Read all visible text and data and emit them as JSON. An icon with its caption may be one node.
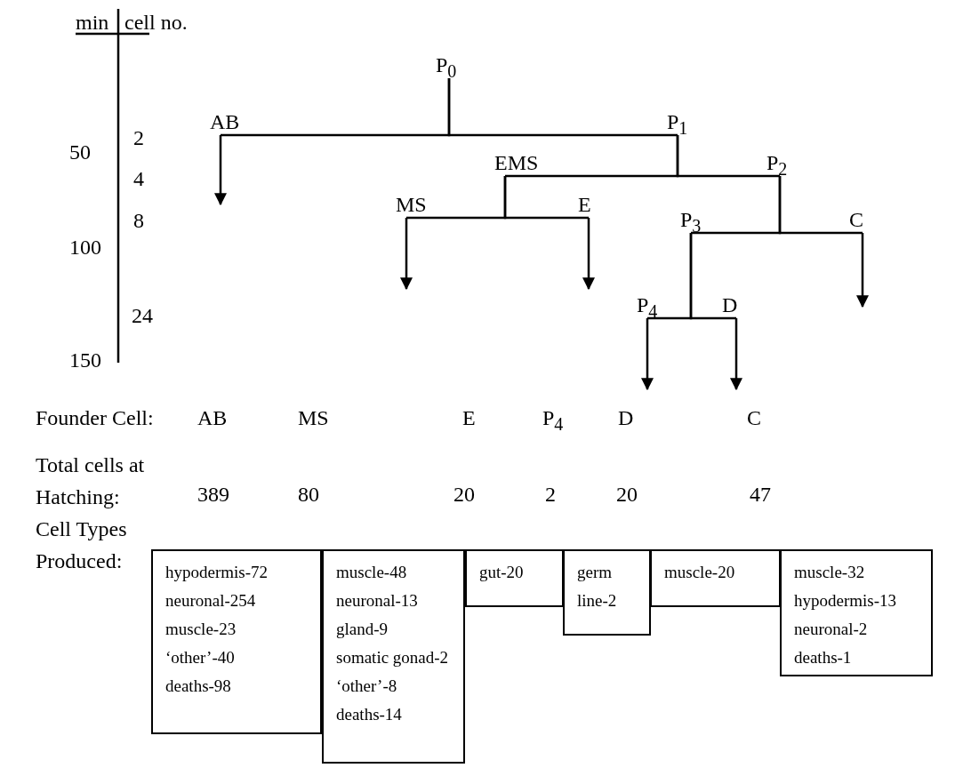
{
  "diagram": {
    "nodes": [
      {
        "text": [
          "P$_{0}$"
        ]
      },
      {
        "text": [
          "AB"
        ]
      },
      {
        "text": [
          "P$_{1}$"
        ]
      },
      {
        "text": [
          "EMS"
        ]
      },
      {
        "text": [
          "P$_{2}$"
        ]
      },
      {
        "text": [
          "MS"
        ]
      },
      {
        "text": [
          "E"
        ]
      },
      {
        "text": [
          "P$_{3}$"
        ]
      },
      {
        "text": [
          "C"
        ]
      },
      {
        "text": [
          "P$_{4}$"
        ]
      },
      {
        "text": [
          "D"
        ]
      },
      {
        "text": [
          "hypodermis-72",
          "neuronal-254",
          "muscle-23",
          "‘other’-40",
          "deaths-98"
        ]
      },
      {
        "text": [
          "muscle-48",
          "neuronal-13",
          "gland-9",
          "somatic gonad-2",
          "‘other’-8",
          "deaths-14"
        ]
      },
      {
        "text": [
          "gut-20"
        ]
      },
      {
        "text": [
          "germ line-2"
        ]
      },
      {
        "text": [
          "muscle-20"
        ]
      },
      {
        "text": [
          "muscle-32",
          "hypodermis-13",
          "neuronal-2",
          "deaths-1"
        ]
      }
    ],
    "edges": [
      {
        "from": 0,
        "to": 1,
        "arrow": "none"
      },
      {
        "from": 0,
        "to": 2,
        "arrow": "none"
      },
      {
        "from": 1,
        "to": null,
        "arrow": "to"
      },
      {
        "from": 2,
        "to": 3,
        "arrow": "none"
      },
      {
        "from": 2,
        "to": 4,
        "arrow": "none"
      },
      {
        "from": 3,
        "to": 5,
        "arrow": "none"
      },
      {
        "from": 3,
        "to": 6,
        "arrow": "none"
      },
      {
        "from": 4,
        "to": 7,
        "arrow": "none"
      },
      {
        "from": 4,
        "to": 8,
        "arrow": "none"
      },
      {
        "from": 5,
        "to": null,
        "arrow": "to"
      },
      {
        "from": 6,
        "to": null,
        "arrow": "to"
      },
      {
        "from": 7,
        "to": 9,
        "arrow": "none"
      },
      {
        "from": 7,
        "to": 10,
        "arrow": "none"
      },
      {
        "from": 8,
        "to": null,
        "arrow": "to"
      },
      {
        "from": 9,
        "to": null,
        "arrow": "to"
      },
      {
        "from": 10,
        "to": null,
        "arrow": "to"
      }
    ],
    "labels": [
      "min",
      "cell no.",
      "2",
      "50",
      "4",
      "8",
      "100",
      "24",
      "150",
      "Founder Cell:",
      "AB",
      "MS",
      "E",
      "P$_{4}$",
      "D",
      "C",
      "Total cells at Hatching:",
      "389",
      "80",
      "20",
      "2",
      "20",
      "47",
      "Cell Types Produced:"
    ]
  }
}
